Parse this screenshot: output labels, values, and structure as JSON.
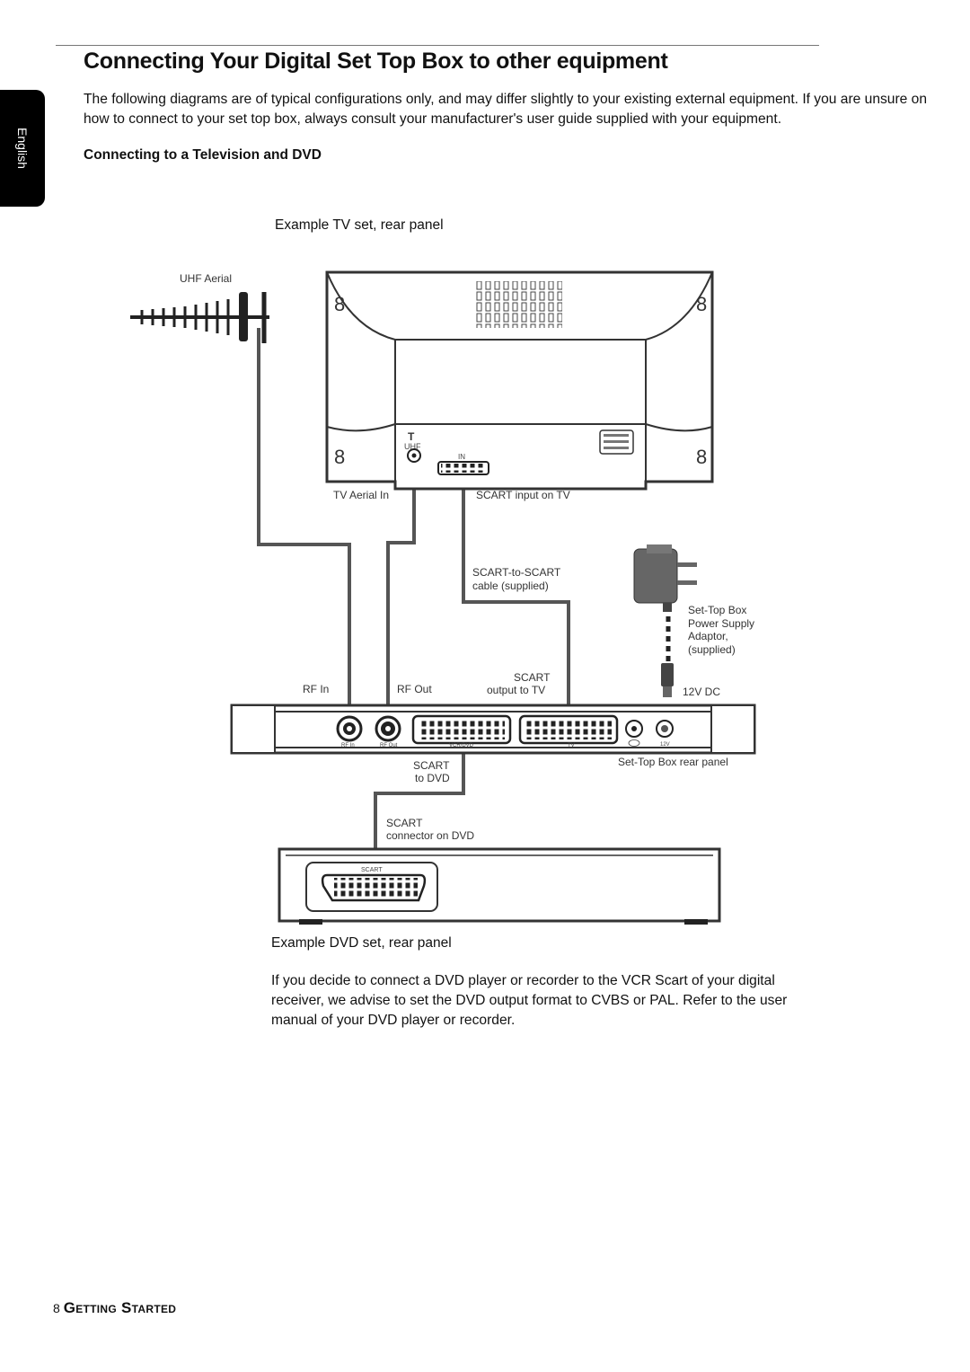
{
  "page": {
    "title": "Connecting Your Digital Set Top Box to other equipment",
    "intro": "The following diagrams are of typical configurations only, and may differ slightly to your existing external equipment. If you are unsure on how to connect to your set top box, always consult your manufacturer's user guide supplied with your equipment.",
    "subheading": "Connecting to a Television and DVD",
    "language_tab": "English"
  },
  "diagram": {
    "tv_caption": "Example TV set, rear panel",
    "dvd_caption": "Example DVD set, rear panel",
    "labels": {
      "uhf_aerial": "UHF Aerial",
      "tv_aerial_in": "TV Aerial In",
      "scart_input_tv": "SCART input on TV",
      "scart_cable_1": "SCART-to-SCART",
      "scart_cable_2": "cable (supplied)",
      "psu_1": "Set-Top Box",
      "psu_2": "Power Supply",
      "psu_3": "Adaptor,",
      "psu_4": "(supplied)",
      "rf_in": "RF In",
      "rf_out": "RF Out",
      "scart_out_1": "SCART",
      "scart_out_2": "output to TV",
      "dc_12v": "12V DC",
      "scart_dvd_1": "SCART",
      "scart_dvd_2": "to DVD",
      "stb_rear_panel": "Set-Top Box rear panel",
      "scart_conn_1": "SCART",
      "scart_conn_2": "connector on DVD",
      "tv_uhf": "UHF",
      "tv_in": "IN",
      "stb_small_rf_in": "RF In",
      "stb_small_rf_out": "RF Out",
      "stb_small_vcr": "VCR/DVD",
      "stb_small_tv": "TV",
      "stb_small_12v": "12V",
      "dvd_scart": "SCART"
    }
  },
  "note": "If you decide to connect a DVD player or recorder to the VCR Scart of your digital receiver, we advise to set the DVD output format to CVBS or PAL. Refer to the user manual of your DVD player or recorder.",
  "footer": {
    "page_number": "8",
    "section": "Getting Started"
  }
}
